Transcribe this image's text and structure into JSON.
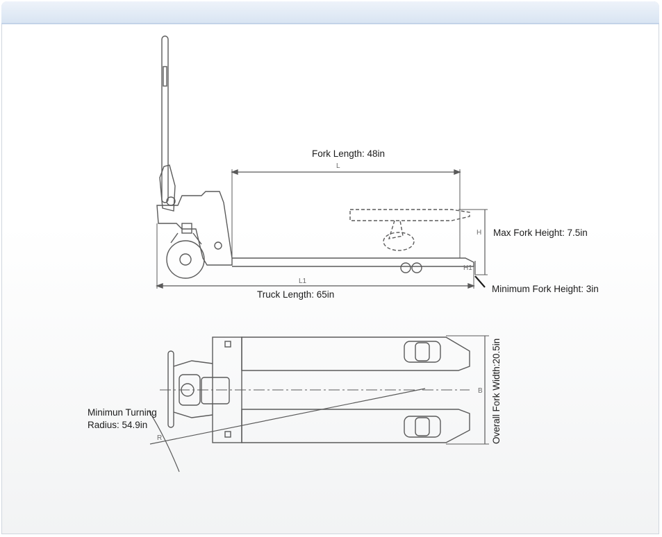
{
  "labels": {
    "fork_length": "Fork Length: 48in",
    "max_fork_height": "Max Fork Height: 7.5in",
    "minimum_fork_height": "Minimum Fork Height: 3in",
    "truck_length": "Truck Length: 65in",
    "turning_radius_line1": "Minimun Turning",
    "turning_radius_line2": "Radius: 54.9in",
    "overall_fork_width": "Overall Fork Width:20.5in"
  },
  "dimension_letters": {
    "L": "L",
    "L1": "L1",
    "H": "H",
    "H1": "H1",
    "B": "B",
    "R": "R"
  },
  "colors": {
    "line": "#5a5a5a",
    "header": "#dbe6f3"
  }
}
